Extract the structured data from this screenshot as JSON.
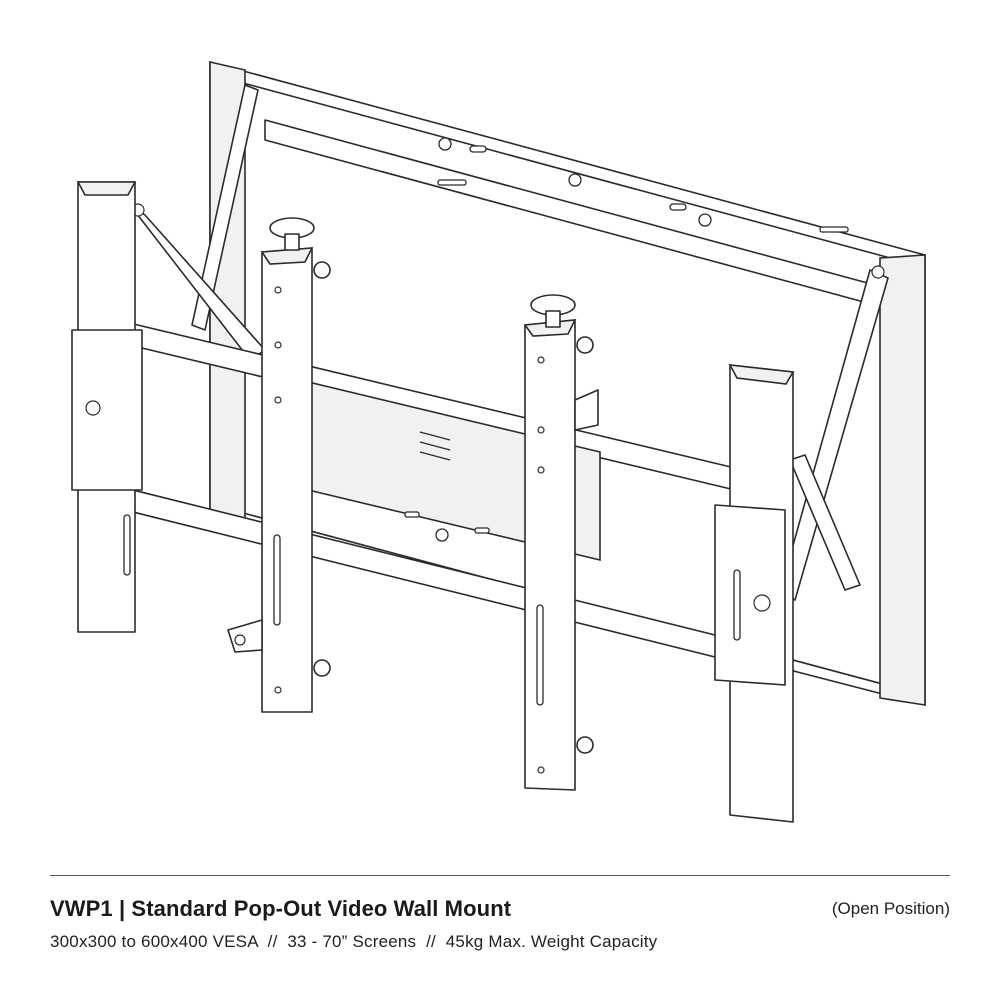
{
  "product": {
    "title": "VWP1 | Standard Pop-Out Video Wall Mount",
    "position_note": "(Open Position)",
    "specs": "300x300 to 600x400 VESA  //  33 - 70” Screens  //  45kg Max. Weight Capacity"
  },
  "illustration": {
    "subject": "mount-line-drawing",
    "line_color": "#2b2b2b",
    "background": "#ffffff"
  }
}
